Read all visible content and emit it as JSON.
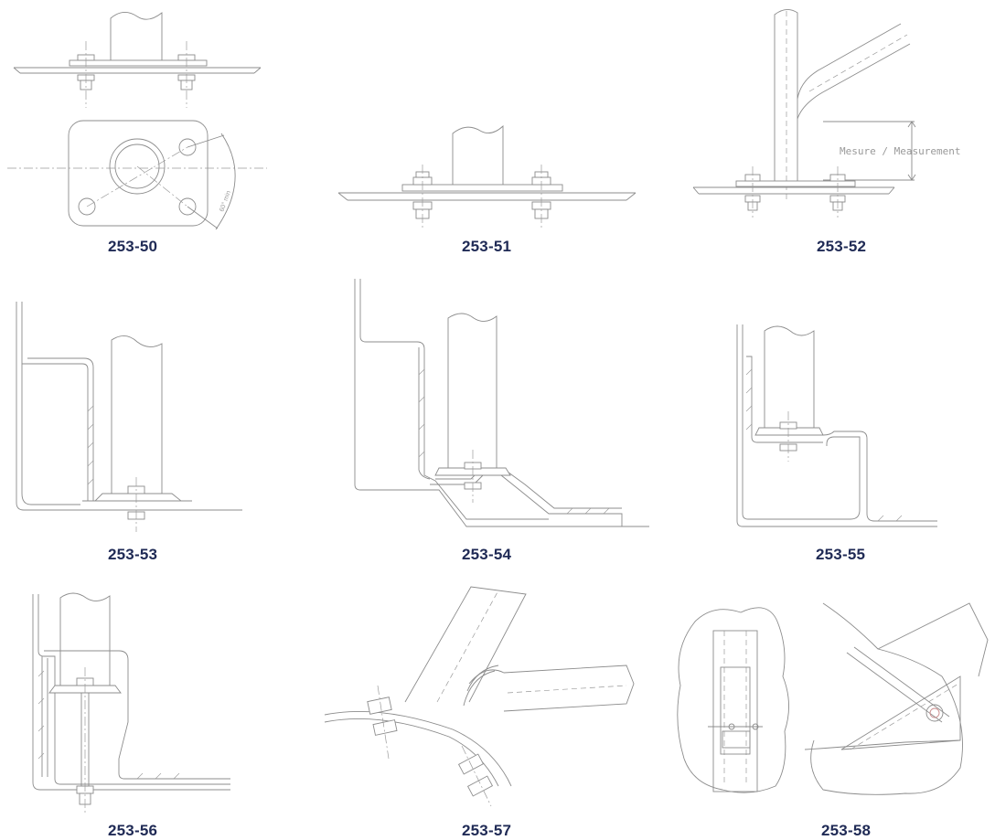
{
  "figures": [
    {
      "id": "253-50"
    },
    {
      "id": "253-51"
    },
    {
      "id": "253-52",
      "annotation": "Mesure  /  Measurement"
    },
    {
      "id": "253-53"
    },
    {
      "id": "253-54"
    },
    {
      "id": "253-55"
    },
    {
      "id": "253-56"
    },
    {
      "id": "253-57"
    },
    {
      "id": "253-58"
    }
  ],
  "annotations": {
    "angle": "60° min"
  },
  "colors": {
    "caption": "#1f2a55",
    "line": "#8c8c8c"
  }
}
